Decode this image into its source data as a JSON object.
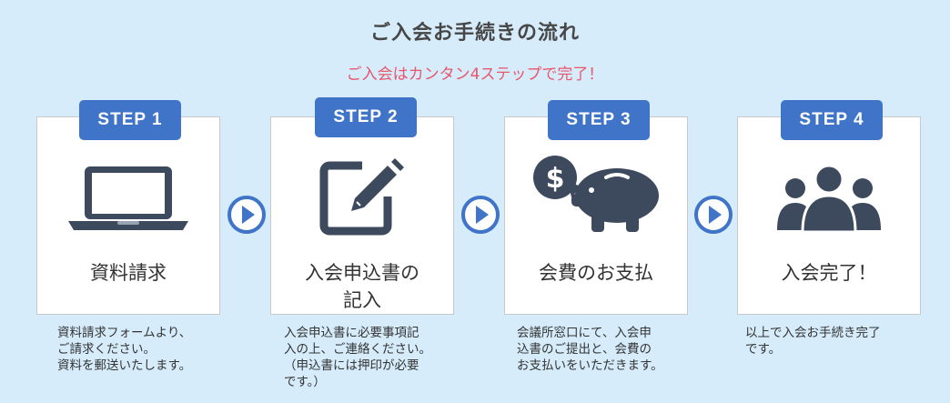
{
  "header": {
    "title": "ご入会お手続きの流れ",
    "subtitle": "ご入会はカンタン4ステップで完了！"
  },
  "colors": {
    "background": "#d6ecfb",
    "badge": "#3f74c8",
    "accent_text": "#e8566b",
    "icon": "#3d4a5e"
  },
  "steps": [
    {
      "badge": "STEP 1",
      "icon": "laptop-icon",
      "label_line1": "資料請求",
      "label_line2": "",
      "desc_line1": "資料請求フォームより、",
      "desc_line2": "ご請求ください。",
      "desc_line3": "資料を郵送いたします。",
      "desc_line4": ""
    },
    {
      "badge": "STEP 2",
      "icon": "edit-form-icon",
      "label_line1": "入会申込書の",
      "label_line2": "記入",
      "desc_line1": "入会申込書に必要事項記",
      "desc_line2": "入の上、ご連絡ください。",
      "desc_line3": "（申込書には押印が必要",
      "desc_line4": "です。）"
    },
    {
      "badge": "STEP 3",
      "icon": "piggy-bank-icon",
      "label_line1": "会費のお支払",
      "label_line2": "",
      "desc_line1": "会議所窓口にて、入会申",
      "desc_line2": "込書のご提出と、会費の",
      "desc_line3": "お支払いをいただきます。",
      "desc_line4": ""
    },
    {
      "badge": "STEP 4",
      "icon": "group-icon",
      "label_line1": "入会完了！",
      "label_line2": "",
      "desc_line1": "以上で入会お手続き完了",
      "desc_line2": "です。",
      "desc_line3": "",
      "desc_line4": ""
    }
  ]
}
